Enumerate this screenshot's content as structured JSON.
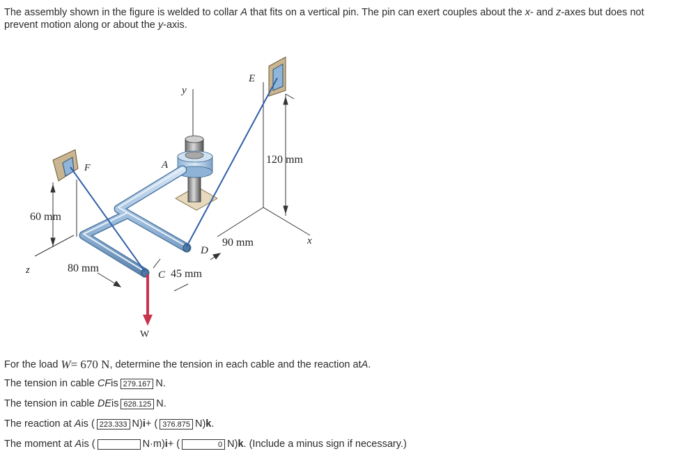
{
  "problem": {
    "part1": "The assembly shown in the figure is welded to collar ",
    "collar": "A",
    "part2": " that fits on a vertical pin. The pin can exert couples about the ",
    "xaxis": "x",
    "part3": "- and ",
    "zaxis": "z",
    "part4": "-axes but does not prevent motion along or about the ",
    "yaxis": "y",
    "part5": "-axis."
  },
  "figure": {
    "label_y": "y",
    "label_E": "E",
    "label_F": "F",
    "label_A": "A",
    "label_D": "D",
    "label_C": "C",
    "label_z": "z",
    "label_x": "x",
    "label_W": "W",
    "dim_120": "120 mm",
    "dim_60": "60 mm",
    "dim_90": "90 mm",
    "dim_80": "80 mm",
    "dim_45": "45 mm"
  },
  "question": {
    "load_prefix": "For the load ",
    "load_var": "W",
    "load_eq": " = 670 N",
    "load_suffix": ", determine the tension in each cable and the reaction at ",
    "load_point": "A",
    "load_end": "."
  },
  "answers": {
    "cf_prefix": "The tension in cable ",
    "cf_name": "CF",
    "cf_is": " is",
    "cf_value": "279.167",
    "cf_unit": "N.",
    "de_prefix": "The tension in cable ",
    "de_name": "DE",
    "de_is": " is",
    "de_value": "628.125",
    "de_unit": "N.",
    "reaction_prefix": "The reaction at ",
    "reaction_point": "A",
    "reaction_is": " is (",
    "reaction_i_value": "223.333",
    "reaction_i_unit": "N) ",
    "reaction_i": "i",
    "reaction_plus": " + (",
    "reaction_k_value": "376.875",
    "reaction_k_unit": "N) ",
    "reaction_k": "k",
    "reaction_end": ".",
    "moment_prefix": "The moment at ",
    "moment_point": "A",
    "moment_is": " is (",
    "moment_i_value": "",
    "moment_i_unit": "N·m) ",
    "moment_i": "i",
    "moment_plus": " + (",
    "moment_k_value": "0",
    "moment_k_unit": "N) ",
    "moment_k": "k",
    "moment_end": ". (Include a minus sign if necessary.)"
  }
}
